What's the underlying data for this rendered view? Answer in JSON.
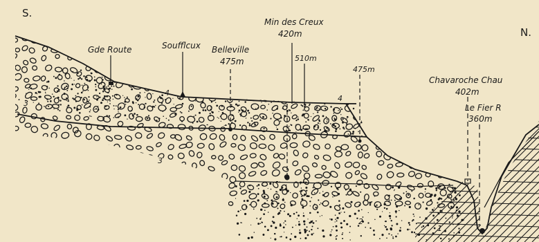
{
  "compass": {
    "south": "S.",
    "north": "N."
  },
  "places": [
    {
      "name": "G<sup>de</sup> Route",
      "text": "Gde Route"
    },
    {
      "text": "Soufflcux"
    },
    {
      "text": "Belleville",
      "elevation": "475m"
    },
    {
      "text": "Min des Creux",
      "elevation": "420m"
    },
    {
      "elevation": "510m"
    },
    {
      "elevation": "475m"
    },
    {
      "text": "Chavaroche Chau",
      "elevation": "402m"
    },
    {
      "text": "Le Fier R",
      "elevation": "360m"
    }
  ],
  "layer_numbers": [
    "1",
    "2",
    "3",
    "3",
    "4",
    "4"
  ],
  "colors": {
    "paper": "#f1e6c8",
    "ink": "#1a1a1a"
  }
}
